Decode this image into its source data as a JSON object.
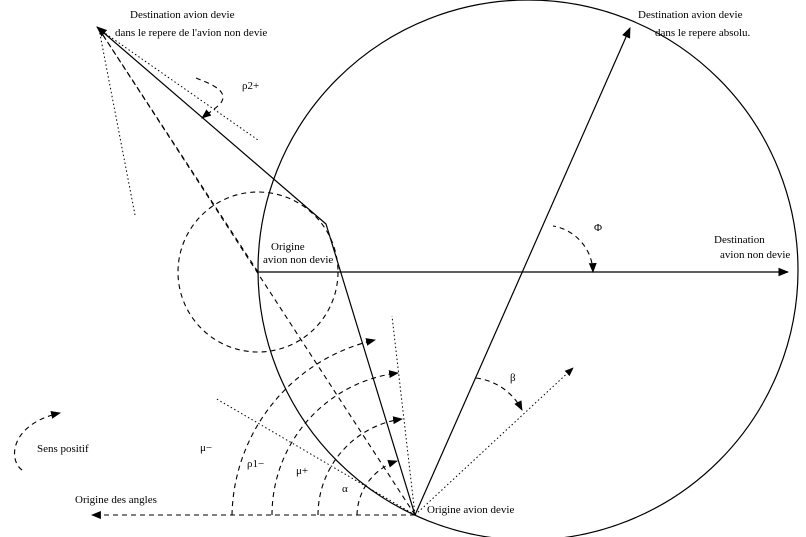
{
  "labels": {
    "dest_deviated_relative_1": "Destination avion devie",
    "dest_deviated_relative_2": "dans le repere de l'avion non devie",
    "dest_deviated_absolute_1": "Destination avion devie",
    "dest_deviated_absolute_2": "dans le repere absolu.",
    "origin_nondeviated_1": "Origine",
    "origin_nondeviated_2": "avion non devie",
    "dest_nondeviated_1": "Destination",
    "dest_nondeviated_2": "avion non devie",
    "origin_deviated": "Origine avion devie",
    "origin_angles": "Origine des angles",
    "positive_sense": "Sens positif"
  },
  "angles": {
    "rho2_plus": "ρ2+",
    "phi": "Φ",
    "beta": "β",
    "mu_minus": "μ−",
    "rho1_minus": "ρ1−",
    "mu_plus": "μ+",
    "alpha": "α"
  }
}
